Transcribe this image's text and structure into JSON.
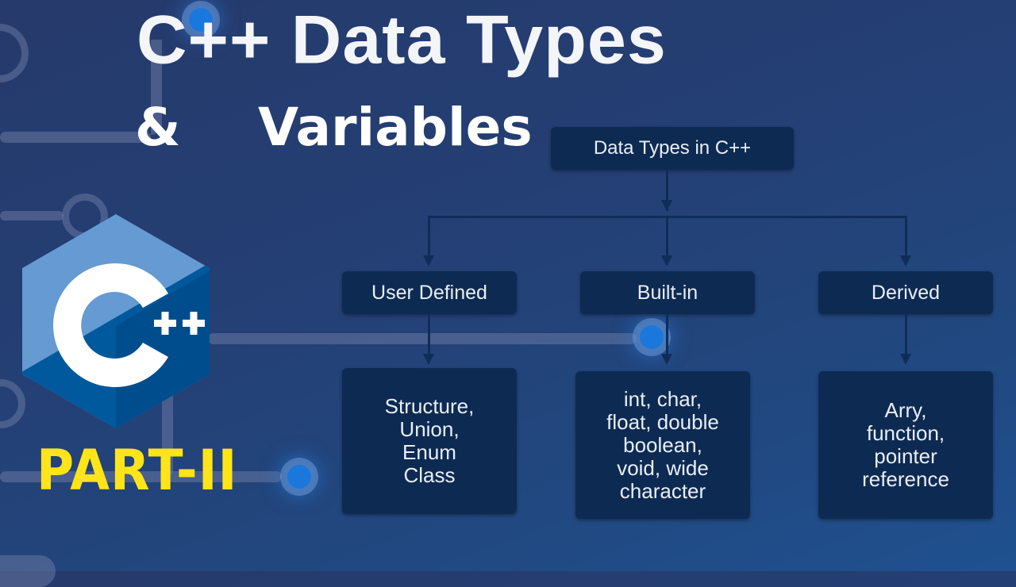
{
  "title": {
    "line1": "C++ Data Types",
    "ampersand": "&",
    "line2": "Variables"
  },
  "part_label": "PART-II",
  "logo": {
    "icon": "cpp-hexagon-logo",
    "plus_text": "++"
  },
  "diagram": {
    "root": "Data Types in C++",
    "categories": [
      {
        "label": "User Defined",
        "items": [
          "Structure,",
          "Union,",
          "Enum",
          "Class"
        ]
      },
      {
        "label": "Built-in",
        "items": [
          "int, char,",
          "float, double",
          "boolean,",
          "void, wide",
          "character"
        ]
      },
      {
        "label": "Derived",
        "items": [
          "Arry,",
          "function,",
          "pointer",
          "reference"
        ]
      }
    ]
  },
  "colors": {
    "background": "#243f74",
    "node_fill": "#0d2a52",
    "node_text": "#e9eef6",
    "part_label": "#ffe41a",
    "glow_dot": "#1a78dc",
    "logo_light": "#659ad2",
    "logo_dark": "#00599c"
  }
}
